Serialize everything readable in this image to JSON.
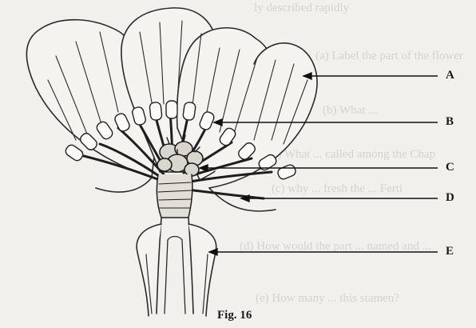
{
  "labels": {
    "a": "A",
    "b": "B",
    "c": "C",
    "d": "D",
    "e": "E"
  },
  "caption": "Fig. 16",
  "background_text": [
    "ly described rapidly",
    "(a) Label the part of the flower",
    "(b) What ...",
    "(iii) What ... called among the Chap",
    "(c) why ... fresh the ... Ferti",
    "(d) How would the part ... named and ...",
    "(e) How many ... this stamen?"
  ]
}
